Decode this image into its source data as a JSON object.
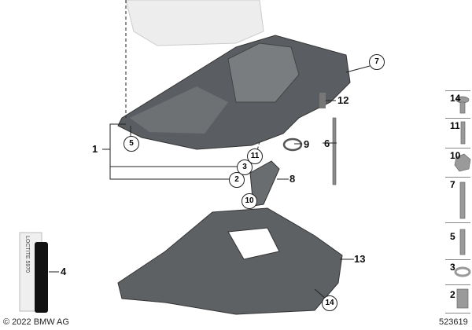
{
  "callouts": {
    "c1": "1",
    "c2": "2",
    "c3": "3",
    "c4": "4",
    "c5": "5",
    "c6": "6",
    "c7": "7",
    "c8": "8",
    "c9": "9",
    "c10": "10",
    "c11": "11",
    "c12": "12",
    "c13": "13",
    "c14": "14"
  },
  "parts_list": [
    "14",
    "11",
    "10",
    "7",
    "5",
    "3",
    "2"
  ],
  "product_label": "LOCTITE 5970",
  "copyright": "© 2022 BMW AG",
  "diagram_number": "523619"
}
